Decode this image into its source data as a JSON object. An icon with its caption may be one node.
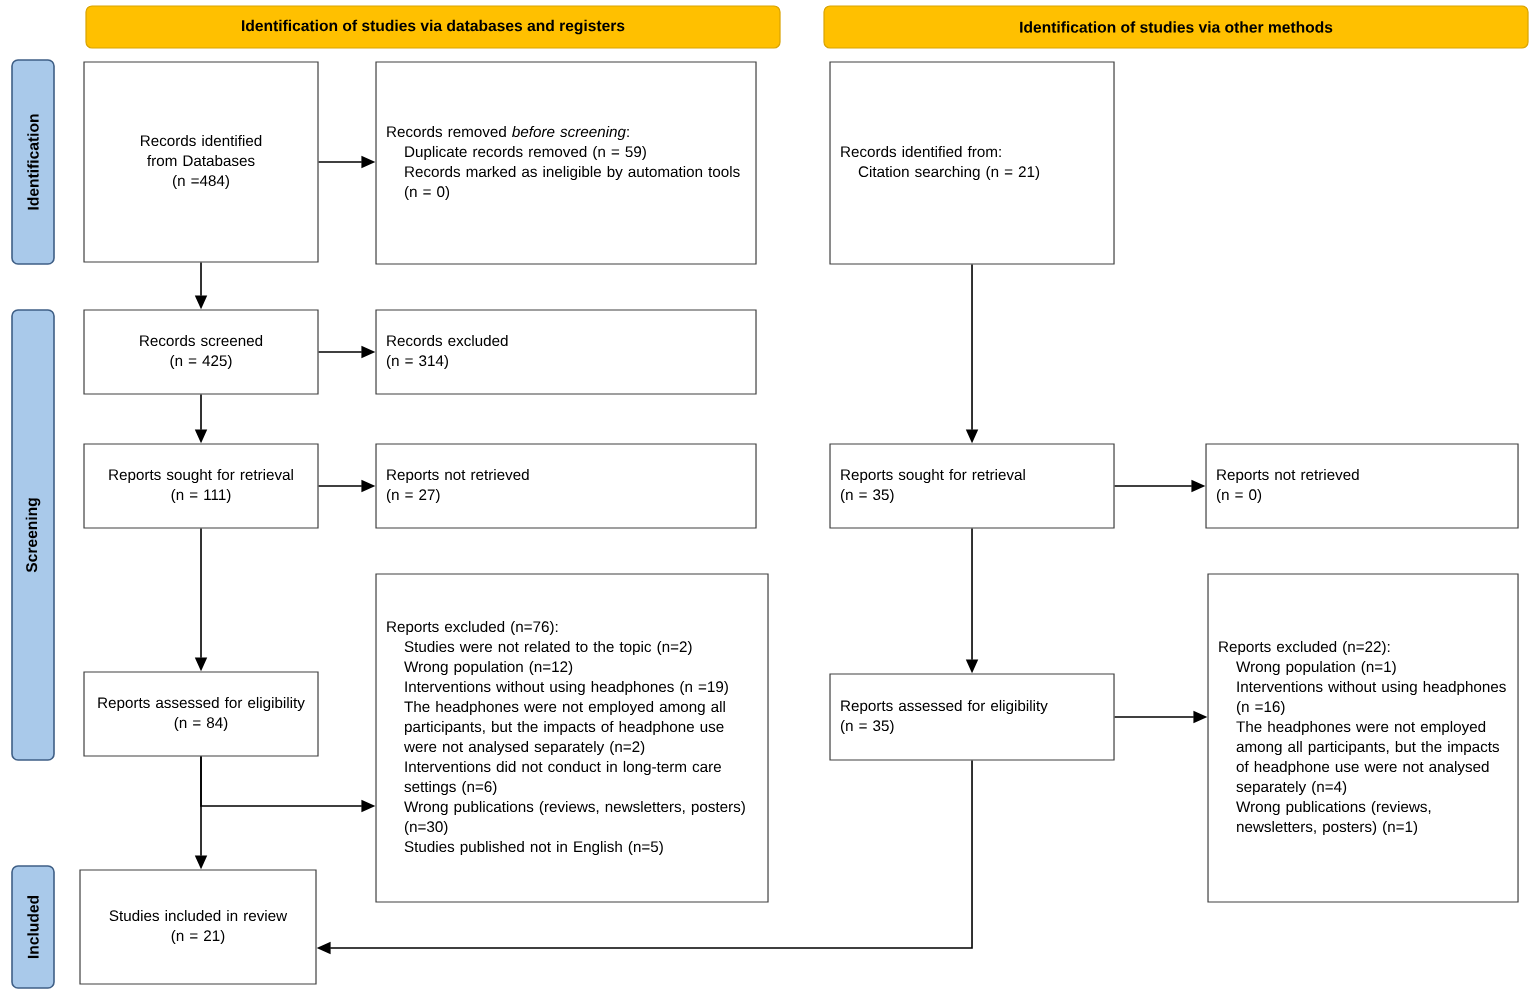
{
  "diagram": {
    "nodes": [
      {
        "text": [
          "Identification of studies via databases and registers"
        ]
      },
      {
        "text": [
          "Identification of studies via other methods"
        ]
      },
      {
        "text": [
          "Identification"
        ]
      },
      {
        "text": [
          "Screening"
        ]
      },
      {
        "text": [
          "Included"
        ]
      },
      {
        "text": [
          "Records identified from Databases",
          "(n =484)"
        ]
      },
      {
        "text": [
          "Records removed *before screening*:",
          "Duplicate records removed (n = 59)",
          "Records marked as ineligible by automation tools (n = 0)"
        ]
      },
      {
        "text": [
          "Records screened",
          "(n = 425)"
        ]
      },
      {
        "text": [
          "Records excluded",
          "(n = 314)"
        ]
      },
      {
        "text": [
          "Reports sought for retrieval",
          "(n = 111)"
        ]
      },
      {
        "text": [
          "Reports not retrieved",
          "(n = 27)"
        ]
      },
      {
        "text": [
          "Reports assessed for eligibility",
          "(n = 84)"
        ]
      },
      {
        "text": [
          "Reports excluded (n=76):",
          "Studies were not related to the topic (n=2)",
          "Wrong population (n=12)",
          "Interventions without using headphones (n =19)",
          "The headphones were not employed among all participants, but the impacts of headphone use were not analysed separately (n=2)",
          "Interventions did not conduct in long-term care settings (n=6)",
          "Wrong publications (reviews, newsletters, posters) (n=30)",
          "Studies published not in English (n=5)"
        ]
      },
      {
        "text": [
          "Studies included in review",
          "(n = 21)"
        ]
      },
      {
        "text": [
          "Records identified from:",
          "Citation searching (n = 21)"
        ]
      },
      {
        "text": [
          "Reports sought for retrieval",
          "(n = 35)"
        ]
      },
      {
        "text": [
          "Reports not retrieved",
          "(n = 0)"
        ]
      },
      {
        "text": [
          "Reports assessed for eligibility",
          "(n = 35)"
        ]
      },
      {
        "text": [
          "Reports excluded (n=22):",
          "Wrong population (n=1)",
          "Interventions without using headphones (n =16)",
          "The headphones were not employed among all participants, but the impacts of headphone use were not analysed separately (n=4)",
          "Wrong publications (reviews, newsletters, posters) (n=1)"
        ]
      }
    ],
    "edges": [
      {
        "from": 5,
        "to": 6,
        "arrow": "to"
      },
      {
        "from": 5,
        "to": 7,
        "arrow": "to"
      },
      {
        "from": 7,
        "to": 8,
        "arrow": "to"
      },
      {
        "from": 7,
        "to": 9,
        "arrow": "to"
      },
      {
        "from": 9,
        "to": 10,
        "arrow": "to"
      },
      {
        "from": 9,
        "to": 11,
        "arrow": "to"
      },
      {
        "from": 11,
        "to": 12,
        "arrow": "to"
      },
      {
        "from": 11,
        "to": 13,
        "arrow": "to"
      },
      {
        "from": 14,
        "to": 15,
        "arrow": "to"
      },
      {
        "from": 15,
        "to": 16,
        "arrow": "to"
      },
      {
        "from": 15,
        "to": 17,
        "arrow": "to"
      },
      {
        "from": 17,
        "to": 18,
        "arrow": "to"
      },
      {
        "from": 17,
        "to": 13,
        "arrow": "to"
      }
    ]
  }
}
